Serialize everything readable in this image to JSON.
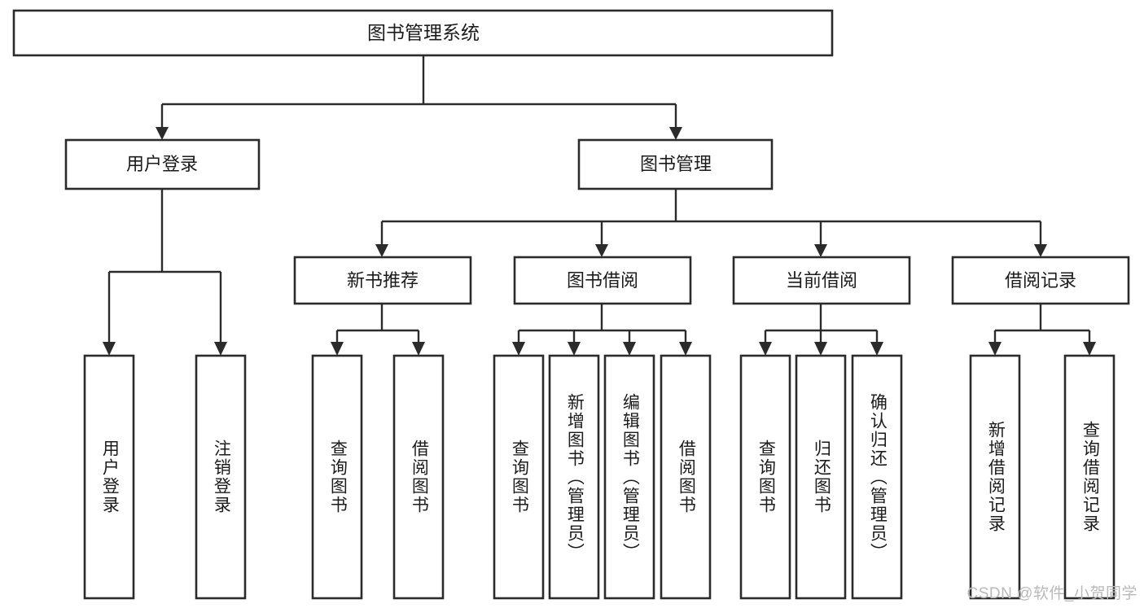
{
  "diagram": {
    "title": "图书管理系统",
    "type": "hierarchy-tree",
    "watermark": "CSDN @软件_小贺同学",
    "colors": {
      "stroke": "#2b2b2b",
      "fill": "#ffffff",
      "text": "#1b1b1b",
      "watermark": "#b9b9b9"
    },
    "root": {
      "label": "图书管理系统"
    },
    "level2": [
      {
        "label": "用户登录"
      },
      {
        "label": "图书管理"
      }
    ],
    "level3": [
      {
        "label": "新书推荐"
      },
      {
        "label": "图书借阅"
      },
      {
        "label": "当前借阅"
      },
      {
        "label": "借阅记录"
      }
    ],
    "leaves": {
      "user_login": [
        {
          "label": "用户登录"
        },
        {
          "label": "注销登录"
        }
      ],
      "new_book_recommend": [
        {
          "label": "查询图书"
        },
        {
          "label": "借阅图书"
        }
      ],
      "book_borrow": [
        {
          "label": "查询图书"
        },
        {
          "label": "新增图书（管理员）"
        },
        {
          "label": "编辑图书（管理员）"
        },
        {
          "label": "借阅图书"
        }
      ],
      "current_borrow": [
        {
          "label": "查询图书"
        },
        {
          "label": "归还图书"
        },
        {
          "label": "确认归还（管理员）"
        }
      ],
      "borrow_record": [
        {
          "label": "新增借阅记录"
        },
        {
          "label": "查询借阅记录"
        }
      ]
    }
  }
}
